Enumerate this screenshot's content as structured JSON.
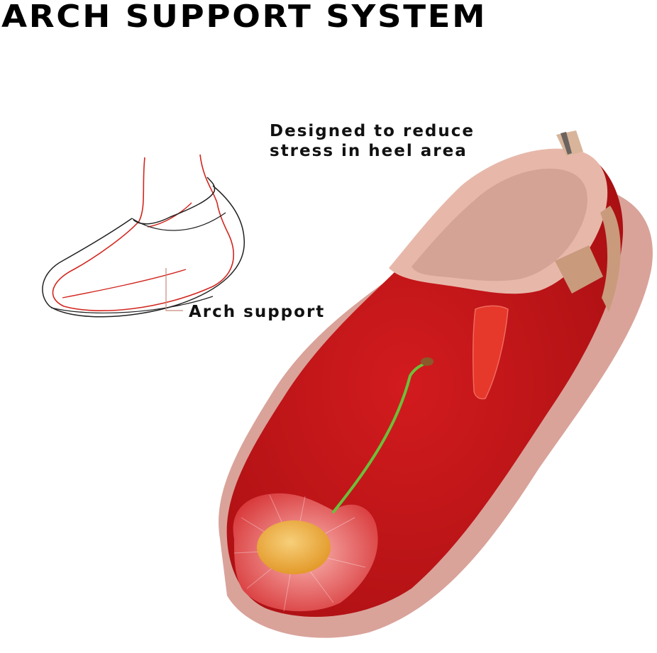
{
  "title": "ARCH SUPPORT SYSTEM",
  "callouts": {
    "heel": {
      "line1": "Designed to reduce",
      "line2": "stress in heel area"
    },
    "arch": {
      "label": "Arch support"
    }
  },
  "colors": {
    "shoe_red": "#c4161a",
    "sole": "#d9a39a",
    "lining": "#e7b8aa",
    "cherry_flesh": "#f3a0a3",
    "cherry_pit": "#f0b84f",
    "stem": "#6cc03a",
    "sketch_red": "#d2261e",
    "sketch_black": "#222222"
  }
}
